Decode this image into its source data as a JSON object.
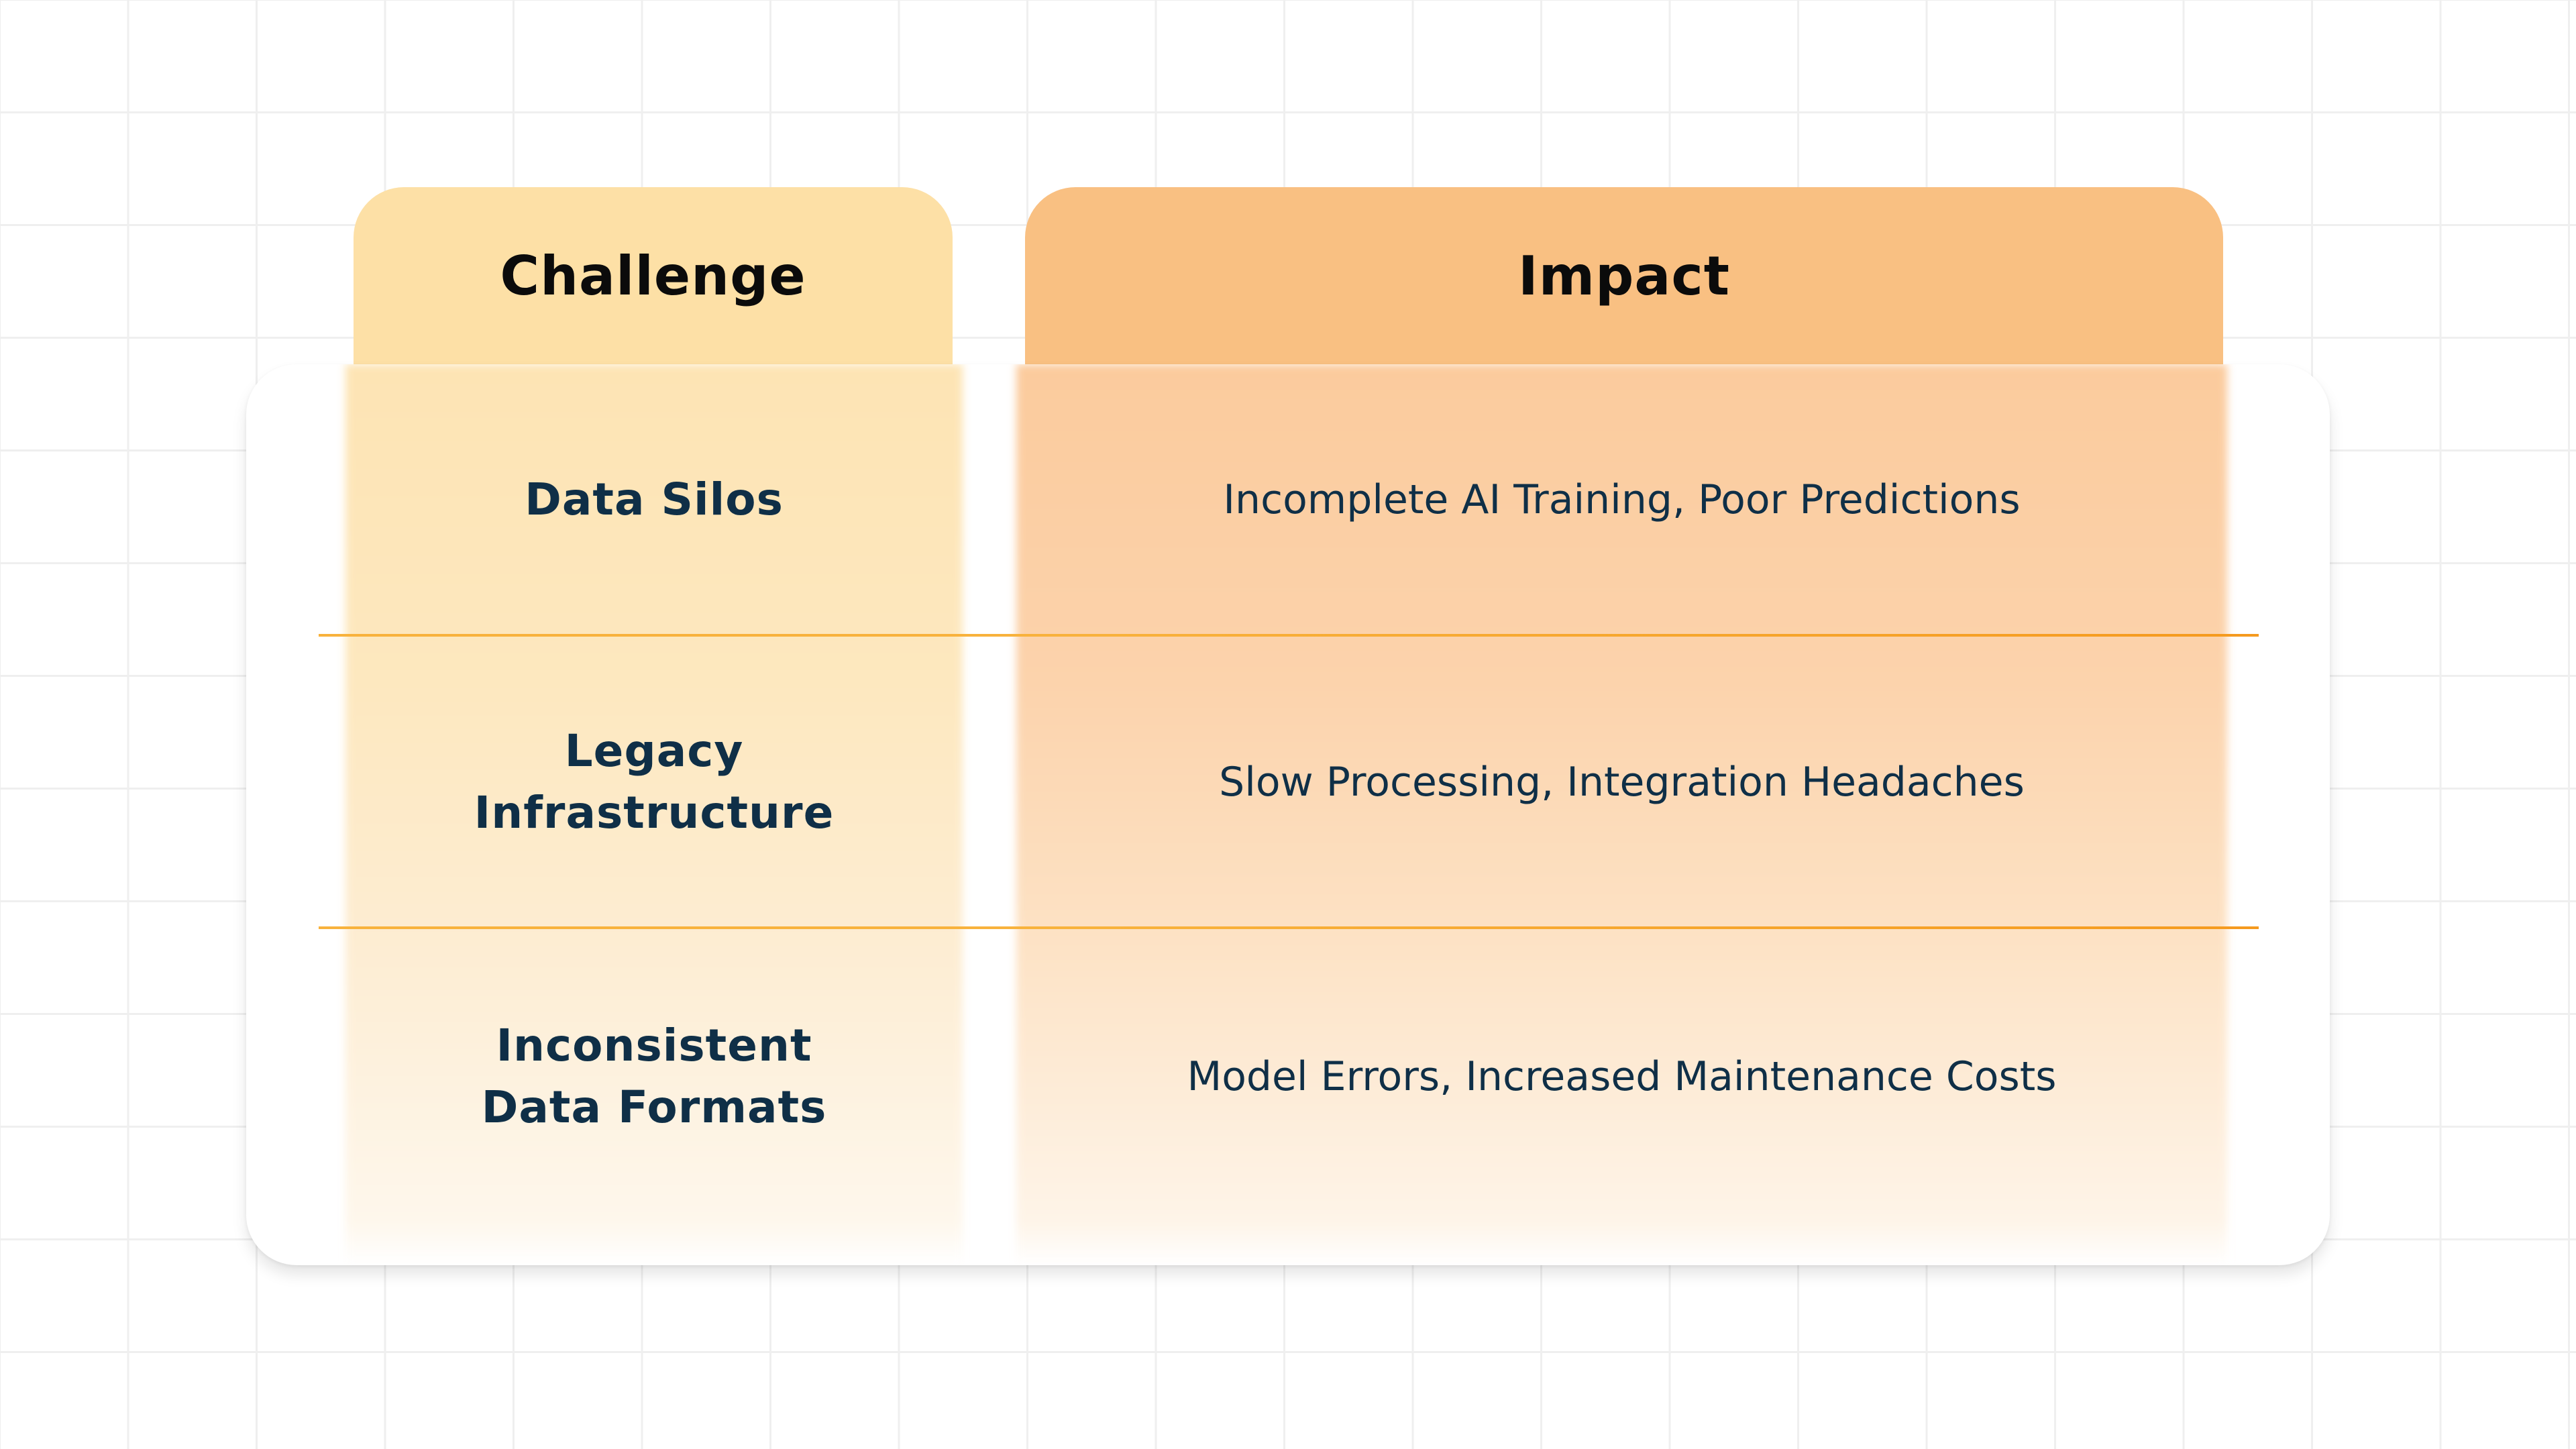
{
  "table": {
    "headers": {
      "challenge": "Challenge",
      "impact": "Impact"
    },
    "rows": [
      {
        "challenge": "Data Silos",
        "impact": "Incomplete AI Training, Poor Predictions"
      },
      {
        "challenge": "Legacy\nInfrastructure",
        "impact": "Slow Processing, Integration Headaches"
      },
      {
        "challenge": "Inconsistent\nData Formats",
        "impact": "Model Errors, Increased Maintenance Costs"
      }
    ]
  },
  "colors": {
    "challenge_header": "#fde0a6",
    "impact_header": "#f9c082",
    "divider": "#f8a830",
    "text": "#0f2f47"
  }
}
